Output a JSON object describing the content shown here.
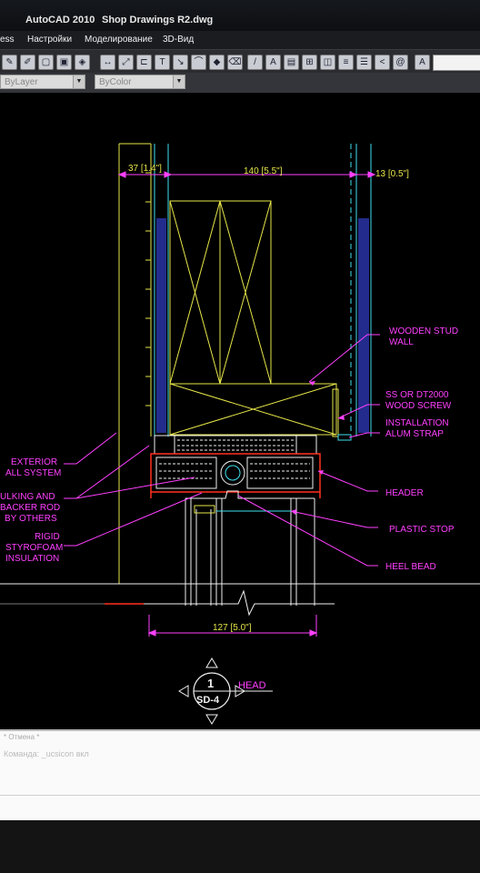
{
  "window": {
    "app": "AutoCAD 2010",
    "file": "Shop Drawings R2.dwg"
  },
  "menu": {
    "items": [
      "ess",
      "Настройки",
      "Моделирование",
      "3D-Вид"
    ]
  },
  "toolbar": {
    "icons": [
      "brush-icon",
      "pencil-icon",
      "select-icon",
      "window-icon",
      "paint-icon",
      "linear-dim-icon",
      "aligned-dim-icon",
      "ordinate-dim-icon",
      "tolerance-dim-icon",
      "leader-icon",
      "arc-dim-icon",
      "marker-icon",
      "eraser-icon",
      "text-icon",
      "table-icon",
      "insert-icon",
      "block-icon",
      "layer-icon",
      "stack-icon",
      "back-icon",
      "at-icon",
      "text-style-icon"
    ]
  },
  "properties": {
    "layer_value": "ByLayer",
    "color_value": "ByColor"
  },
  "drawing": {
    "dimensions": {
      "left": "37 [1.4\"]",
      "middle": "140 [5.5\"]",
      "right": "13 [0.5\"]",
      "bottom": "127 [5.0\"]"
    },
    "labels": {
      "wooden_stud": [
        "WOODEN STUD",
        "WALL"
      ],
      "screw": [
        "SS OR DT2000",
        "WOOD SCREW"
      ],
      "strap": [
        "INSTALLATION",
        "ALUM STRAP"
      ],
      "header": "HEADER",
      "plastic_stop": "PLASTIC STOP",
      "heel_bead": "HEEL BEAD",
      "exterior": [
        "EXTERIOR",
        "ALL SYSTEM"
      ],
      "caulking": [
        "ULKING AND",
        "BACKER ROD",
        "BY OTHERS"
      ],
      "rigid": [
        "RIGID",
        "STYROFOAM",
        "INSULATION"
      ]
    },
    "callout": {
      "number": "1",
      "sheet": "SD-4",
      "title": "HEAD"
    },
    "colors": {
      "yellow": "#e6e64a",
      "magenta": "#ff40ff",
      "cyan": "#40e0f0",
      "red": "#ff3020",
      "white": "#f0f0f0",
      "blue": "#4050ff"
    }
  },
  "command": {
    "line1": "* Отмена *",
    "line2": "Команда: _ucsicon вкл"
  }
}
